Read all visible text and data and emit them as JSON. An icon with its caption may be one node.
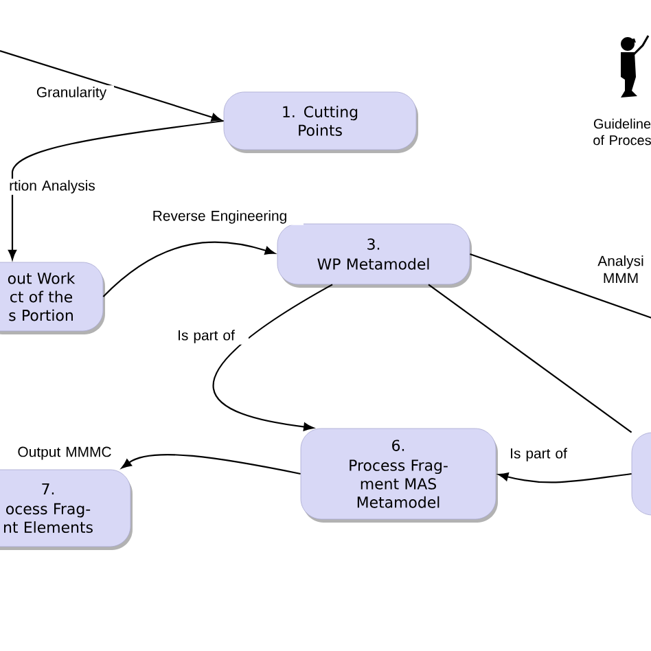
{
  "diagram": {
    "nodes": [
      {
        "text": [
          "1. Cutting Points"
        ]
      },
      {
        "text": [
          "out Work ct of the s Portion"
        ]
      },
      {
        "text": [
          "3.",
          "WP Metamodel"
        ]
      },
      {
        "text": [
          "6.",
          "Process Frag- ment MAS Metamodel"
        ]
      },
      {
        "text": [
          "7.",
          "ocess Frag- nt Elements"
        ]
      },
      {
        "text": [],
        "shape": "box"
      },
      {
        "text": [],
        "shape": "person",
        "beside": [
          "Guideline of Proces"
        ]
      }
    ],
    "edges": [
      {
        "from": null,
        "to": 0,
        "arrow": "to",
        "label": "Granularity"
      },
      {
        "from": 0,
        "to": 1,
        "arrow": "to",
        "label": "rtion Analysis"
      },
      {
        "from": 1,
        "to": 2,
        "arrow": "to",
        "label": "Reverse Engineering"
      },
      {
        "from": 2,
        "to": null,
        "arrow": "none",
        "label": "Analysi MMM"
      },
      {
        "from": 2,
        "to": 3,
        "arrow": "to",
        "label": "Is part of"
      },
      {
        "from": 2,
        "to": 5,
        "arrow": "none"
      },
      {
        "from": 5,
        "to": 3,
        "arrow": "to",
        "label": "Is part of"
      },
      {
        "from": 3,
        "to": 4,
        "arrow": "to",
        "label": "Output MMMC"
      }
    ]
  }
}
